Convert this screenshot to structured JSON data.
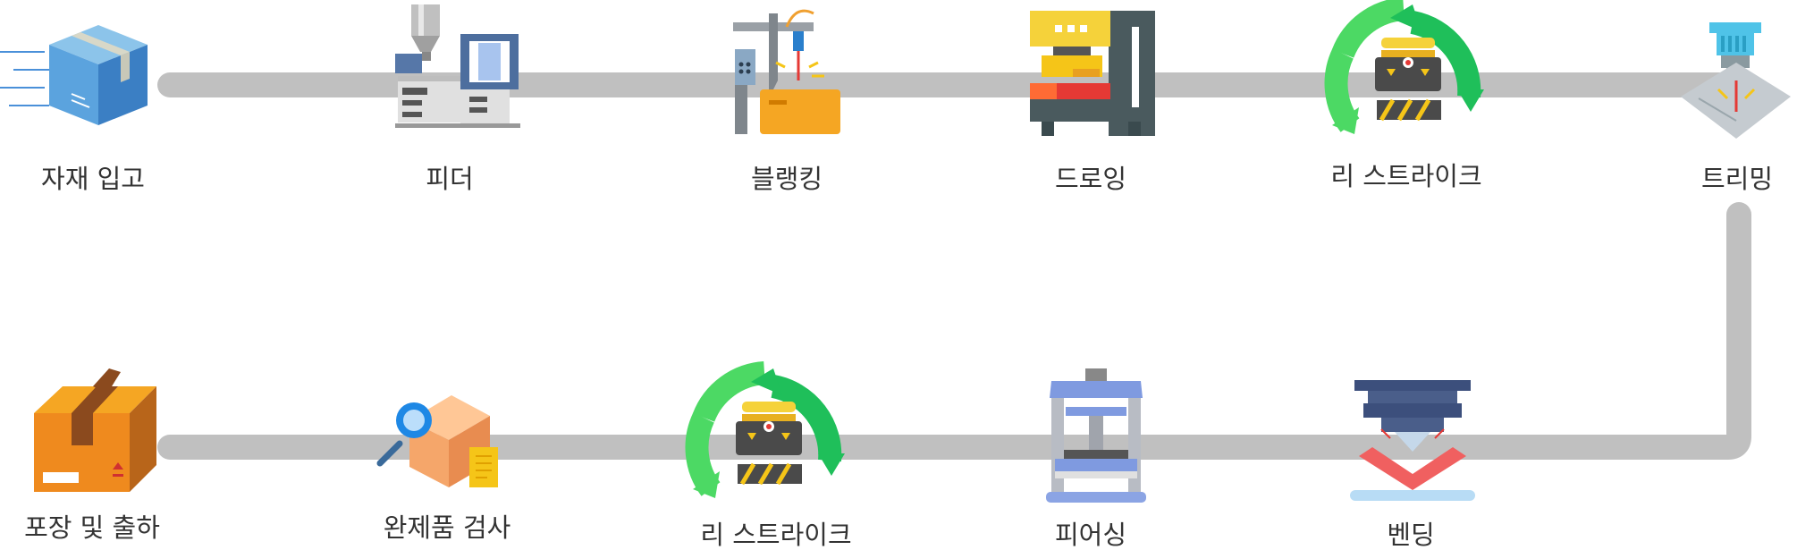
{
  "process_flow": {
    "steps": [
      {
        "label": "자재 입고",
        "icon": "warehouse-box-icon"
      },
      {
        "label": "피더",
        "icon": "feeder-machine-icon"
      },
      {
        "label": "블랭킹",
        "icon": "blanking-press-icon"
      },
      {
        "label": "드로잉",
        "icon": "drawing-press-icon"
      },
      {
        "label": "리 스트라이크",
        "icon": "restrike-icon"
      },
      {
        "label": "트리밍",
        "icon": "trimming-laser-icon"
      },
      {
        "label": "벤딩",
        "icon": "bending-press-icon"
      },
      {
        "label": "피어싱",
        "icon": "piercing-press-icon"
      },
      {
        "label": "리 스트라이크",
        "icon": "restrike-icon"
      },
      {
        "label": "완제품 검사",
        "icon": "inspection-icon"
      },
      {
        "label": "포장 및 출하",
        "icon": "packaging-box-icon"
      }
    ],
    "colors": {
      "connector": "#c0c0c0",
      "text": "#333333",
      "cycle_green_light": "#4cd964",
      "cycle_green_dark": "#1fbf5a"
    }
  }
}
